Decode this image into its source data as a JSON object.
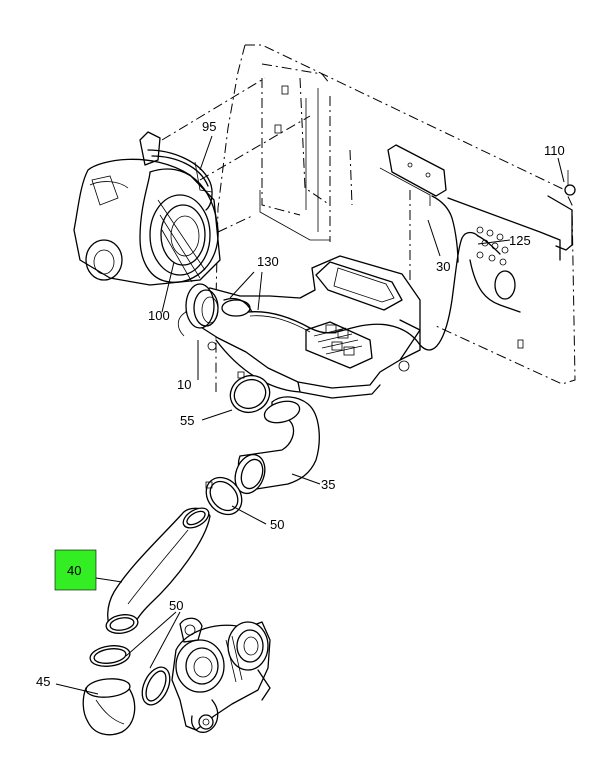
{
  "callouts": {
    "c95": "95",
    "c110": "110",
    "c130": "130",
    "c125": "125",
    "c30": "30",
    "c100": "100",
    "c10": "10",
    "c55": "55",
    "c35": "35",
    "c50a": "50",
    "c40": "40",
    "c50b": "50",
    "c45": "45"
  },
  "highlight": {
    "part": "40",
    "color": "#33ee22"
  }
}
